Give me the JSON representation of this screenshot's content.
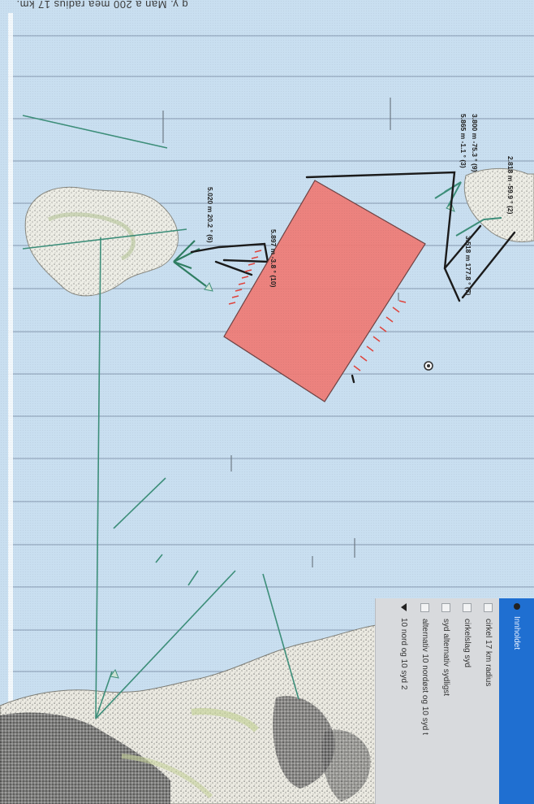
{
  "header": {
    "title_fragment": "g y. Man a 200 mea radius 17 km."
  },
  "map": {
    "water_color": "#c9dff0",
    "land_color": "#f2f1ea",
    "grid_color": "#7a8ea6",
    "zone_fill": "#ef7d78",
    "labels": [
      "5.020 m 20.2 ° (6)",
      "5.897 m -3.8 ° (10)",
      "5.865 m -1.1 ° (3)",
      "3.800 m -75.3 ° (9)",
      "2.818 m -59.9 ° (2)",
      "3.518 m 177.8 ° (7)"
    ]
  },
  "layers": {
    "items": [
      {
        "label": "Innholdet",
        "state": "active"
      },
      {
        "label": "cirkel 17 km radius",
        "state": "box"
      },
      {
        "label": "cirkelslag syd",
        "state": "box"
      },
      {
        "label": "syd alternativ sydligst",
        "state": "box"
      },
      {
        "label": "alternativ 10 nordøst og 10 syd t",
        "state": "box"
      },
      {
        "label": "10 nord og 10 syd 2",
        "state": "tri"
      }
    ]
  }
}
